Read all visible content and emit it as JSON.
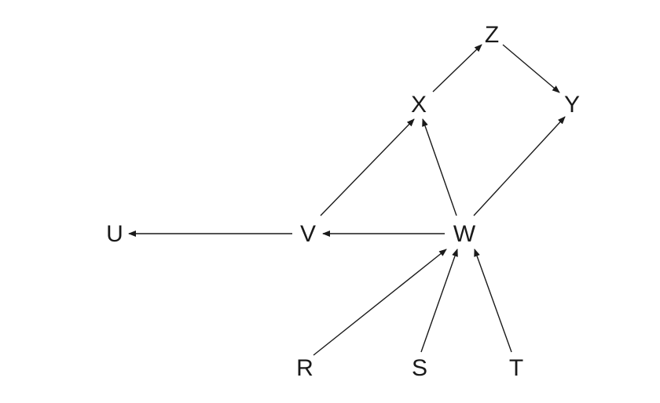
{
  "nodes": [
    {
      "id": "Z",
      "label": "Z"
    },
    {
      "id": "X",
      "label": "X"
    },
    {
      "id": "Y",
      "label": "Y"
    },
    {
      "id": "U",
      "label": "U"
    },
    {
      "id": "V",
      "label": "V"
    },
    {
      "id": "W",
      "label": "W"
    },
    {
      "id": "R",
      "label": "R"
    },
    {
      "id": "S",
      "label": "S"
    },
    {
      "id": "T",
      "label": "T"
    }
  ],
  "edges": [
    {
      "from": "X",
      "to": "Z"
    },
    {
      "from": "Z",
      "to": "Y"
    },
    {
      "from": "V",
      "to": "X"
    },
    {
      "from": "W",
      "to": "X"
    },
    {
      "from": "W",
      "to": "Y"
    },
    {
      "from": "V",
      "to": "U"
    },
    {
      "from": "W",
      "to": "V"
    },
    {
      "from": "R",
      "to": "W"
    },
    {
      "from": "S",
      "to": "W"
    },
    {
      "from": "T",
      "to": "W"
    }
  ]
}
